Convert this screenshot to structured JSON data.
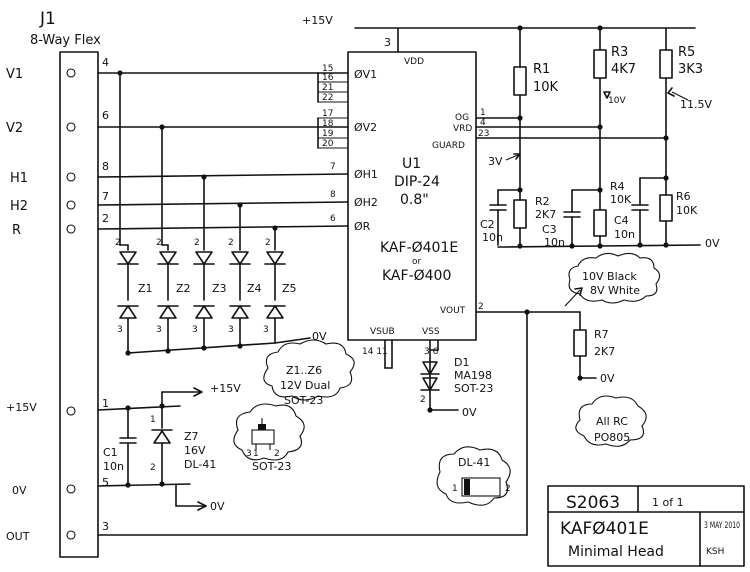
{
  "connector": {
    "ref": "J1",
    "desc": "8-Way Flex",
    "pins": [
      {
        "label": "V1",
        "num": "4"
      },
      {
        "label": "V2",
        "num": "6"
      },
      {
        "label": "H1",
        "num": "8"
      },
      {
        "label": "H2",
        "num": "7"
      },
      {
        "label": "R",
        "num": "2"
      },
      {
        "label": "+15V",
        "num": "1"
      },
      {
        "label": "0V",
        "num": "5"
      },
      {
        "label": "OUT",
        "num": "3"
      }
    ]
  },
  "supply": {
    "top": "+15V",
    "ground": "0V",
    "regulated": "+15V"
  },
  "ic": {
    "ref": "U1",
    "package": "DIP-24",
    "pitch": "0.8\"",
    "part": "KAF-Ø401E",
    "or": "or",
    "alt": "KAF-Ø400",
    "vdd": "VDD",
    "vdd_pin": "3",
    "left_pins": [
      {
        "name": "ØV1",
        "pins": "15 16 21 22"
      },
      {
        "name": "ØV2",
        "pins": "17 18 19 20"
      },
      {
        "name": "ØH1",
        "pins": "7"
      },
      {
        "name": "ØH2",
        "pins": "8"
      },
      {
        "name": "ØR",
        "pins": "6"
      }
    ],
    "right_pins": [
      {
        "name": "OG",
        "pin": "1"
      },
      {
        "name": "VRD",
        "pin": "4"
      },
      {
        "name": "GUARD",
        "pin": "23"
      },
      {
        "name": "VOUT",
        "pin": "2"
      }
    ],
    "vsub": "VSUB",
    "vsub_pins": "14 11",
    "vss": "VSS",
    "vss_pins": "3 6"
  },
  "resistors": [
    {
      "ref": "R1",
      "value": "10K"
    },
    {
      "ref": "R2",
      "value": "2K7"
    },
    {
      "ref": "R3",
      "value": "4K7"
    },
    {
      "ref": "R4",
      "value": "10K"
    },
    {
      "ref": "R5",
      "value": "3K3"
    },
    {
      "ref": "R6",
      "value": "10K"
    },
    {
      "ref": "R7",
      "value": "2K7"
    }
  ],
  "capacitors": [
    {
      "ref": "C1",
      "value": "10n"
    },
    {
      "ref": "C2",
      "value": "10n"
    },
    {
      "ref": "C3",
      "value": "10n"
    },
    {
      "ref": "C4",
      "value": "10n"
    }
  ],
  "voltages": {
    "v3": "3V",
    "v10": "10V",
    "v115": "11.5V"
  },
  "zeners": {
    "refs": [
      "Z1",
      "Z2",
      "Z3",
      "Z4",
      "Z5"
    ],
    "pin_top": "2",
    "pin_bot": "3"
  },
  "z7": {
    "ref": "Z7",
    "volt": "16V",
    "pkg": "DL-41",
    "pin1": "1",
    "pin2": "2"
  },
  "d1": {
    "ref": "D1",
    "part": "MA198",
    "pkg": "SOT-23",
    "pin": "2"
  },
  "notes": {
    "zener_note": [
      "Z1..Z6",
      "12V Dual",
      "SOT-23"
    ],
    "sot_pins": [
      "3",
      "1",
      "2"
    ],
    "sot_label": "SOT-23",
    "cable_note": [
      "10V Black",
      "8V White"
    ],
    "rc_note": [
      "All RC",
      "PO805"
    ],
    "dl41_label": "DL-41",
    "dl41_pin1": "1",
    "dl41_pin2": "2"
  },
  "title_block": {
    "drawing": "S2063",
    "sheet": "1 of 1",
    "name": "KAFØ401E",
    "subtitle": "Minimal Head",
    "date": "3 MAY 2010",
    "author": "KSH"
  }
}
